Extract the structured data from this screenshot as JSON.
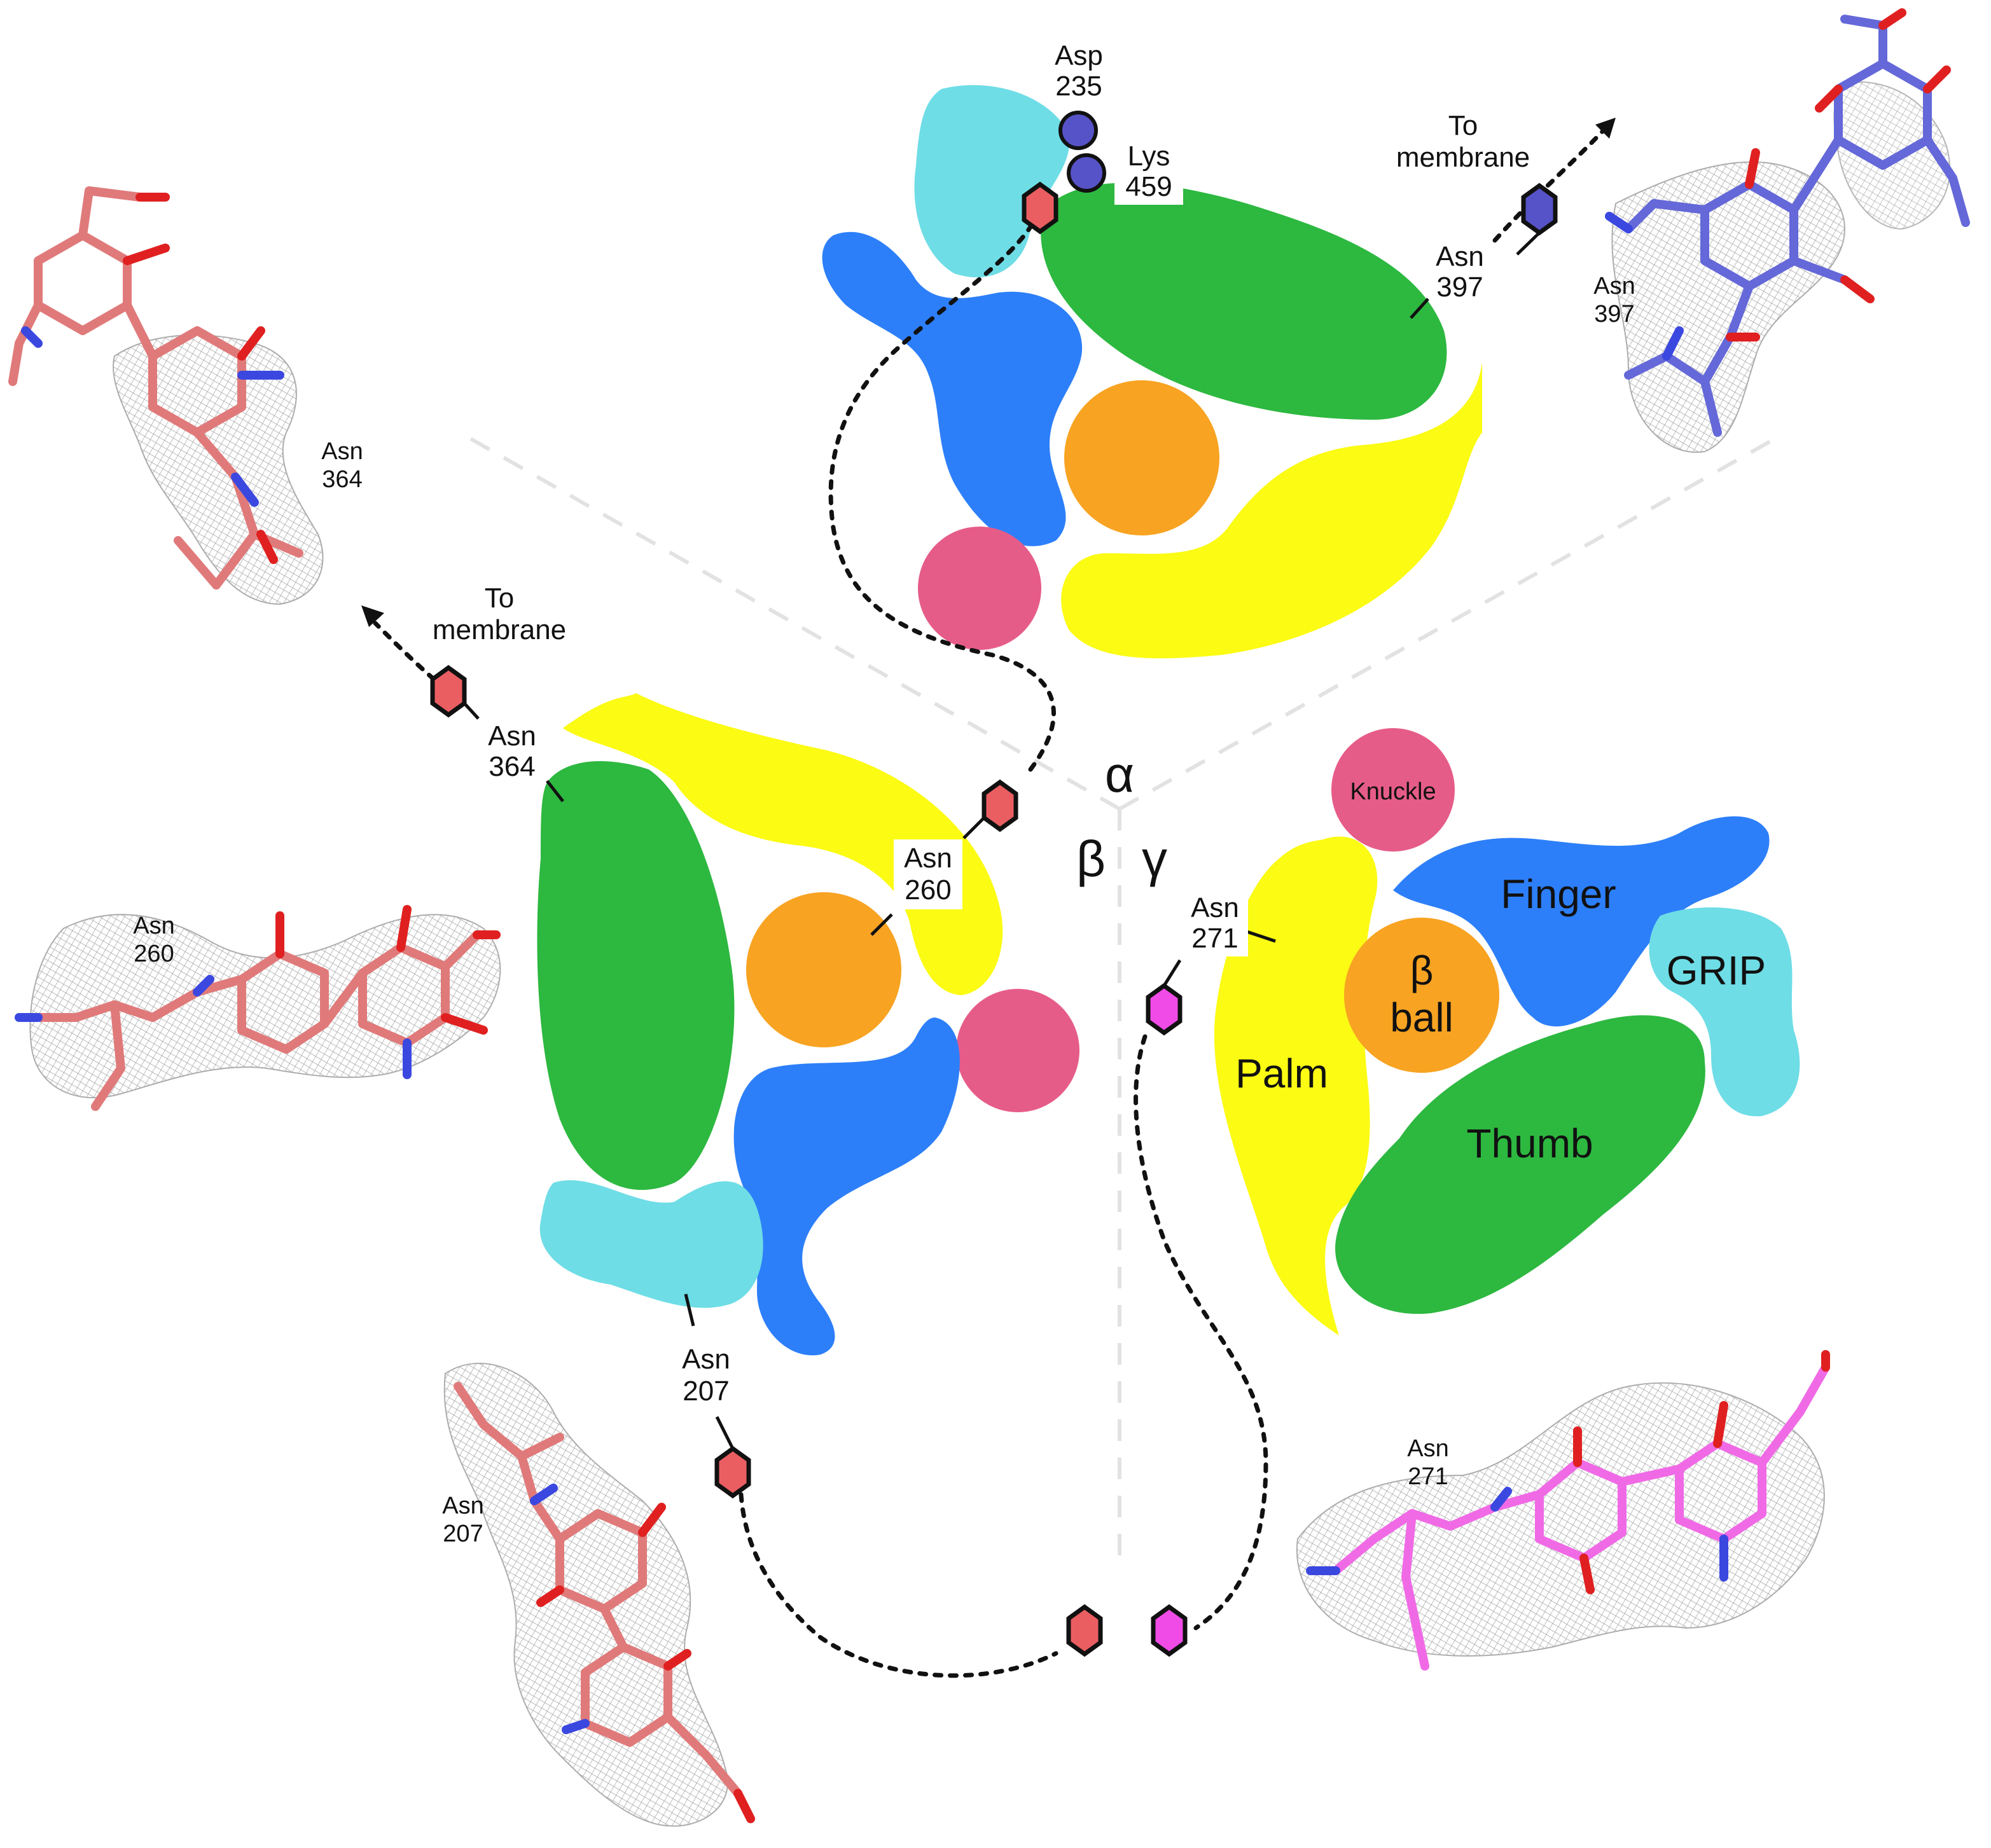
{
  "colors": {
    "finger": "#2d7ff9",
    "thumb": "#2db840",
    "palm": "#fbfb14",
    "beta_ball": "#f8a322",
    "knuckle": "#e65c88",
    "grip": "#6edde6",
    "glycan_red": "#ea5e62",
    "glycan_magenta": "#f04be6",
    "glycan_blue": "#5653c8"
  },
  "subunits": {
    "alpha": "α",
    "beta": "β",
    "gamma": "γ"
  },
  "domains": {
    "knuckle": "Knuckle",
    "finger": "Finger",
    "grip": "GRIP",
    "beta_ball": "β\nball",
    "beta_ball_line1": "β",
    "beta_ball_line2": "ball",
    "palm": "Palm",
    "thumb": "Thumb"
  },
  "annotations": {
    "asp235": [
      "Asp",
      "235"
    ],
    "lys459": [
      "Lys",
      "459"
    ],
    "asn397": [
      "Asn",
      "397"
    ],
    "asn364": [
      "Asn",
      "364"
    ],
    "asn260": [
      "Asn",
      "260"
    ],
    "asn271": [
      "Asn",
      "271"
    ],
    "asn207": [
      "Asn",
      "207"
    ],
    "to_membrane_right": [
      "To",
      "membrane"
    ],
    "to_membrane_left": [
      "To",
      "membrane"
    ]
  },
  "structure_labels": {
    "asn364": [
      "Asn",
      "364"
    ],
    "asn397": [
      "Asn",
      "397"
    ],
    "asn260": [
      "Asn",
      "260"
    ],
    "asn207": [
      "Asn",
      "207"
    ],
    "asn271": [
      "Asn",
      "271"
    ]
  },
  "icons": [
    "hexagon-glycan-icon",
    "arrow-icon",
    "residue-circle-icon"
  ]
}
